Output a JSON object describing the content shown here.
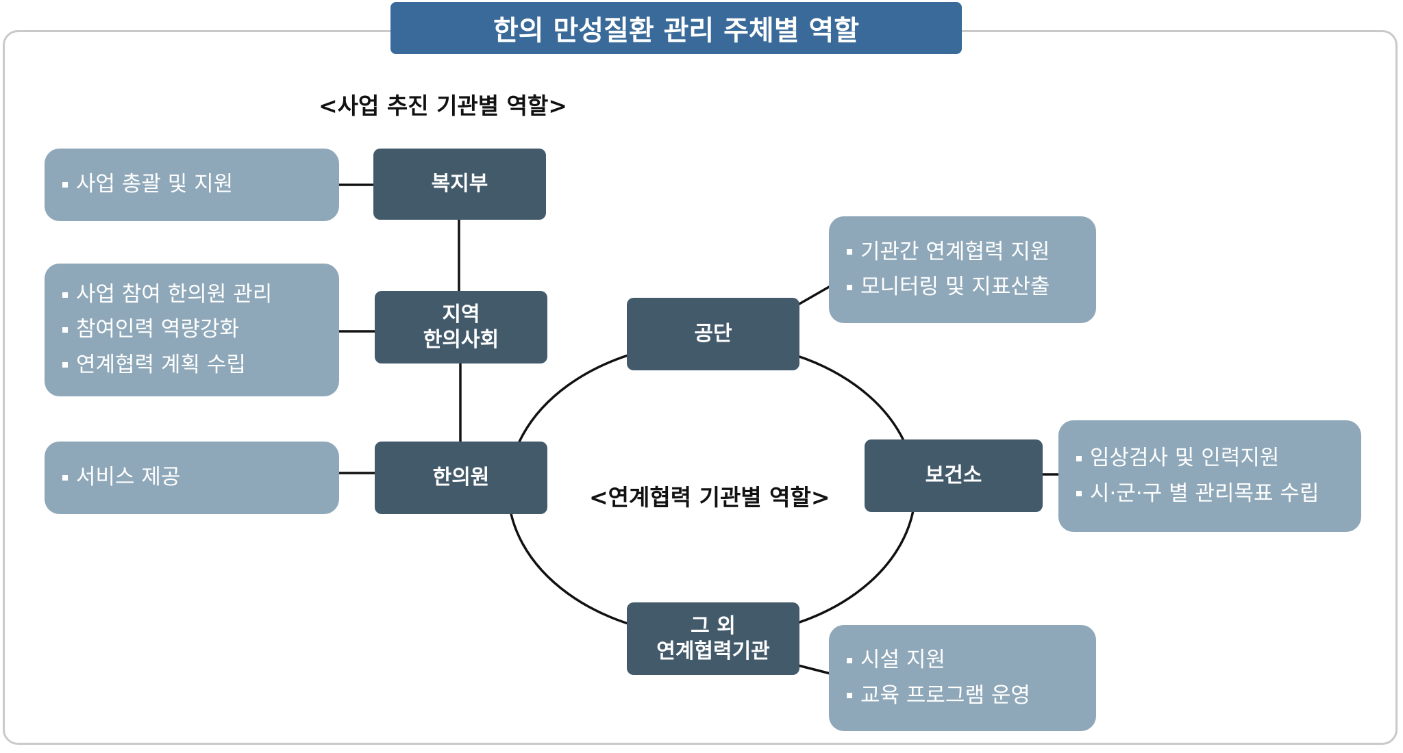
{
  "title": "한의 만성질환 관리 주체별 역할",
  "section_titles": {
    "promotion": "<사업 추진 기관별 역할>",
    "cooperation": "<연계협력 기관별 역할>"
  },
  "nodes": {
    "mohw": "복지부",
    "regional_assoc_line1": "지역",
    "regional_assoc_line2": "한의사회",
    "clinic": "한의원",
    "nhis": "공단",
    "health_center": "보건소",
    "others_line1": "그 외",
    "others_line2": "연계협력기관"
  },
  "roles": {
    "mohw": [
      "사업 총괄 및 지원"
    ],
    "regional_assoc": [
      "사업 참여 한의원 관리",
      "참여인력 역량강화",
      "연계협력  계획 수립"
    ],
    "clinic": [
      "서비스 제공"
    ],
    "nhis": [
      "기관간 연계협력 지원",
      "모니터링 및 지표산출"
    ],
    "health_center": [
      "임상검사 및 인력지원",
      "시·군·구 별 관리목표 수립"
    ],
    "others": [
      "시설 지원",
      "교육 프로그램 운영"
    ]
  },
  "colors": {
    "title_banner": "#3a6a99",
    "node": "#435a6b",
    "role_box": "#8fa8b9",
    "frame": "#c9c9c9"
  }
}
